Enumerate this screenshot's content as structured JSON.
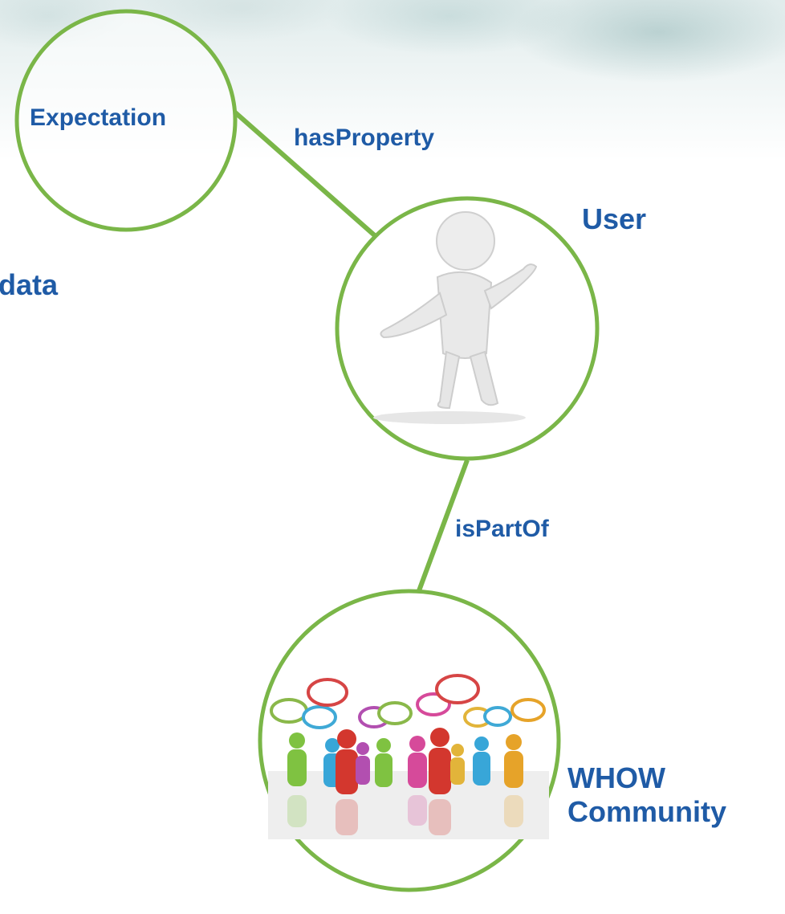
{
  "nodes": {
    "expectation": "Expectation",
    "user": "User",
    "data_partial": "data",
    "community_line1": "WHOW",
    "community_line2": "Community"
  },
  "edges": {
    "has_property": "hasProperty",
    "is_part_of": "isPartOf"
  },
  "colors": {
    "circle_stroke": "#7ab648",
    "label_text": "#1f5ba6"
  }
}
